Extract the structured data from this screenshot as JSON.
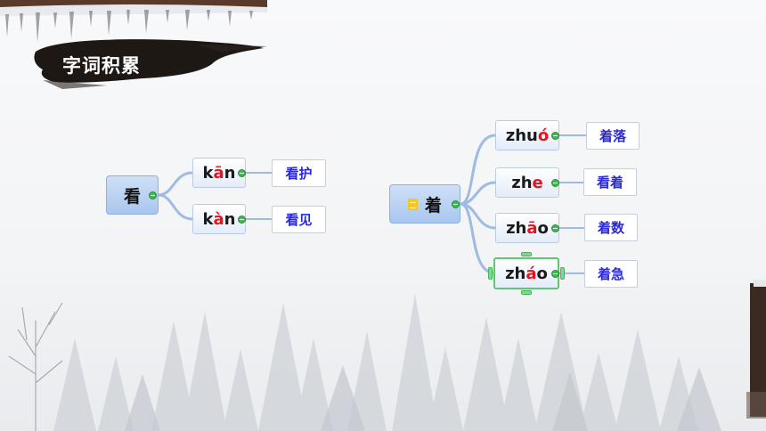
{
  "section_title": "字词积累",
  "left_map": {
    "root": "看",
    "branches": [
      {
        "pinyin_pre": "k",
        "pinyin_hl": "ā",
        "pinyin_post": "n",
        "word": "看护"
      },
      {
        "pinyin_pre": "k",
        "pinyin_hl": "à",
        "pinyin_post": "n",
        "word": "看见"
      }
    ]
  },
  "right_map": {
    "root": "着",
    "root_icon": "document-icon",
    "branches": [
      {
        "pinyin_pre": "zhu",
        "pinyin_hl": "ó",
        "pinyin_post": "",
        "word": "着落"
      },
      {
        "pinyin_pre": "zh",
        "pinyin_hl": "e",
        "pinyin_post": "",
        "word": "看着"
      },
      {
        "pinyin_pre": "zh",
        "pinyin_hl": "ā",
        "pinyin_post": "o",
        "word": "着数"
      },
      {
        "pinyin_pre": "zh",
        "pinyin_hl": "á",
        "pinyin_post": "o",
        "word": "着急"
      }
    ]
  },
  "colors": {
    "root_fill": "#a9c6ef",
    "pinyin_tone_mark": "#e4141e",
    "leaf_text": "#2a2ad0",
    "connector": "#9fbbe3",
    "selection": "#5fc773"
  }
}
